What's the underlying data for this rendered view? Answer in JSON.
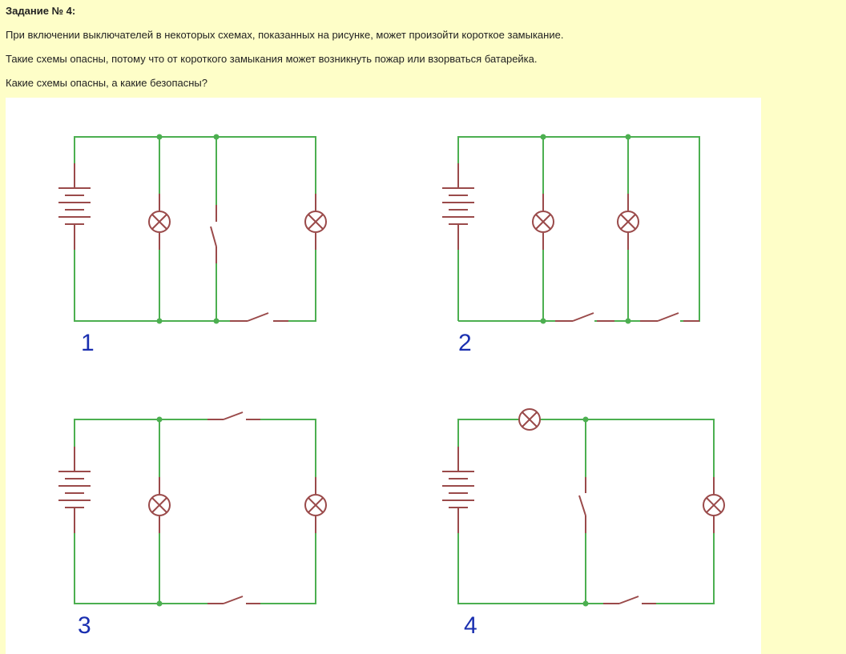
{
  "task": {
    "title": "Задание № 4:",
    "paragraphs": [
      "При включении выключателей в некоторых схемах, показанных на рисунке, может произойти короткое замыкание.",
      "Такие схемы опасны, потому что от короткого замыкания может возникнуть пожар или взорваться батарейка.",
      "Какие схемы опасны, а какие безопасны?"
    ]
  },
  "diagrams": [
    {
      "label": "1"
    },
    {
      "label": "2"
    },
    {
      "label": "3"
    },
    {
      "label": "4"
    }
  ],
  "colors": {
    "page_background": "#fefec8",
    "panel_background": "#ffffff",
    "wire": "#4caf50",
    "component": "#9a4a4a",
    "number": "#1a2fb0"
  }
}
